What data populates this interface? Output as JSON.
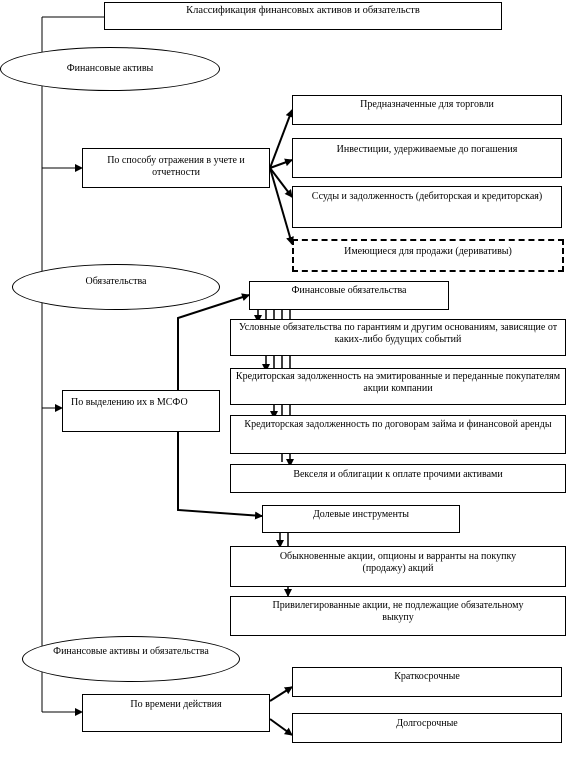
{
  "title": "Классификация финансовых активов и обязательств",
  "groups": {
    "assets": "Финансовые активы",
    "liabilities": "Обязательства",
    "both": "Финансовые активы и обязательства"
  },
  "criteria": {
    "reporting": "По способу отражения в учете и отчетности",
    "ifrs": "По выделению их в МСФО",
    "time": "По времени действия"
  },
  "asset_types": {
    "trading": "Предназначенные для торговли",
    "held_to_maturity": "Инвестиции, удерживаемые до погашения",
    "loans": "Ссуды и задолженность (дебиторская и кредиторская)",
    "available_for_sale": "Имеющиеся для продажи (деривативы)"
  },
  "liability_types": {
    "financial_liabilities": "Финансовые обязательства",
    "contingent": "Условные обязательства по гарантиям и другим основаниям, зависящие от каких-либо будущих событий",
    "payable_shares": "Кредиторская задолженность на эмитированные и переданные покупателям акции компании",
    "payable_loans": "Кредиторская задолженность по договорам займа и финансовой аренды",
    "bills_bonds": "Векселя и облигации к оплате прочими активами",
    "equity": "Долевые инструменты",
    "ordinary": "Обыкновенные акции, опционы и варранты на покупку (продажу) акций",
    "preferred": "Привилегированные акции, не подлежащие обязательному выкупу"
  },
  "term_types": {
    "short": "Краткосрочные",
    "long": "Долгосрочные"
  }
}
